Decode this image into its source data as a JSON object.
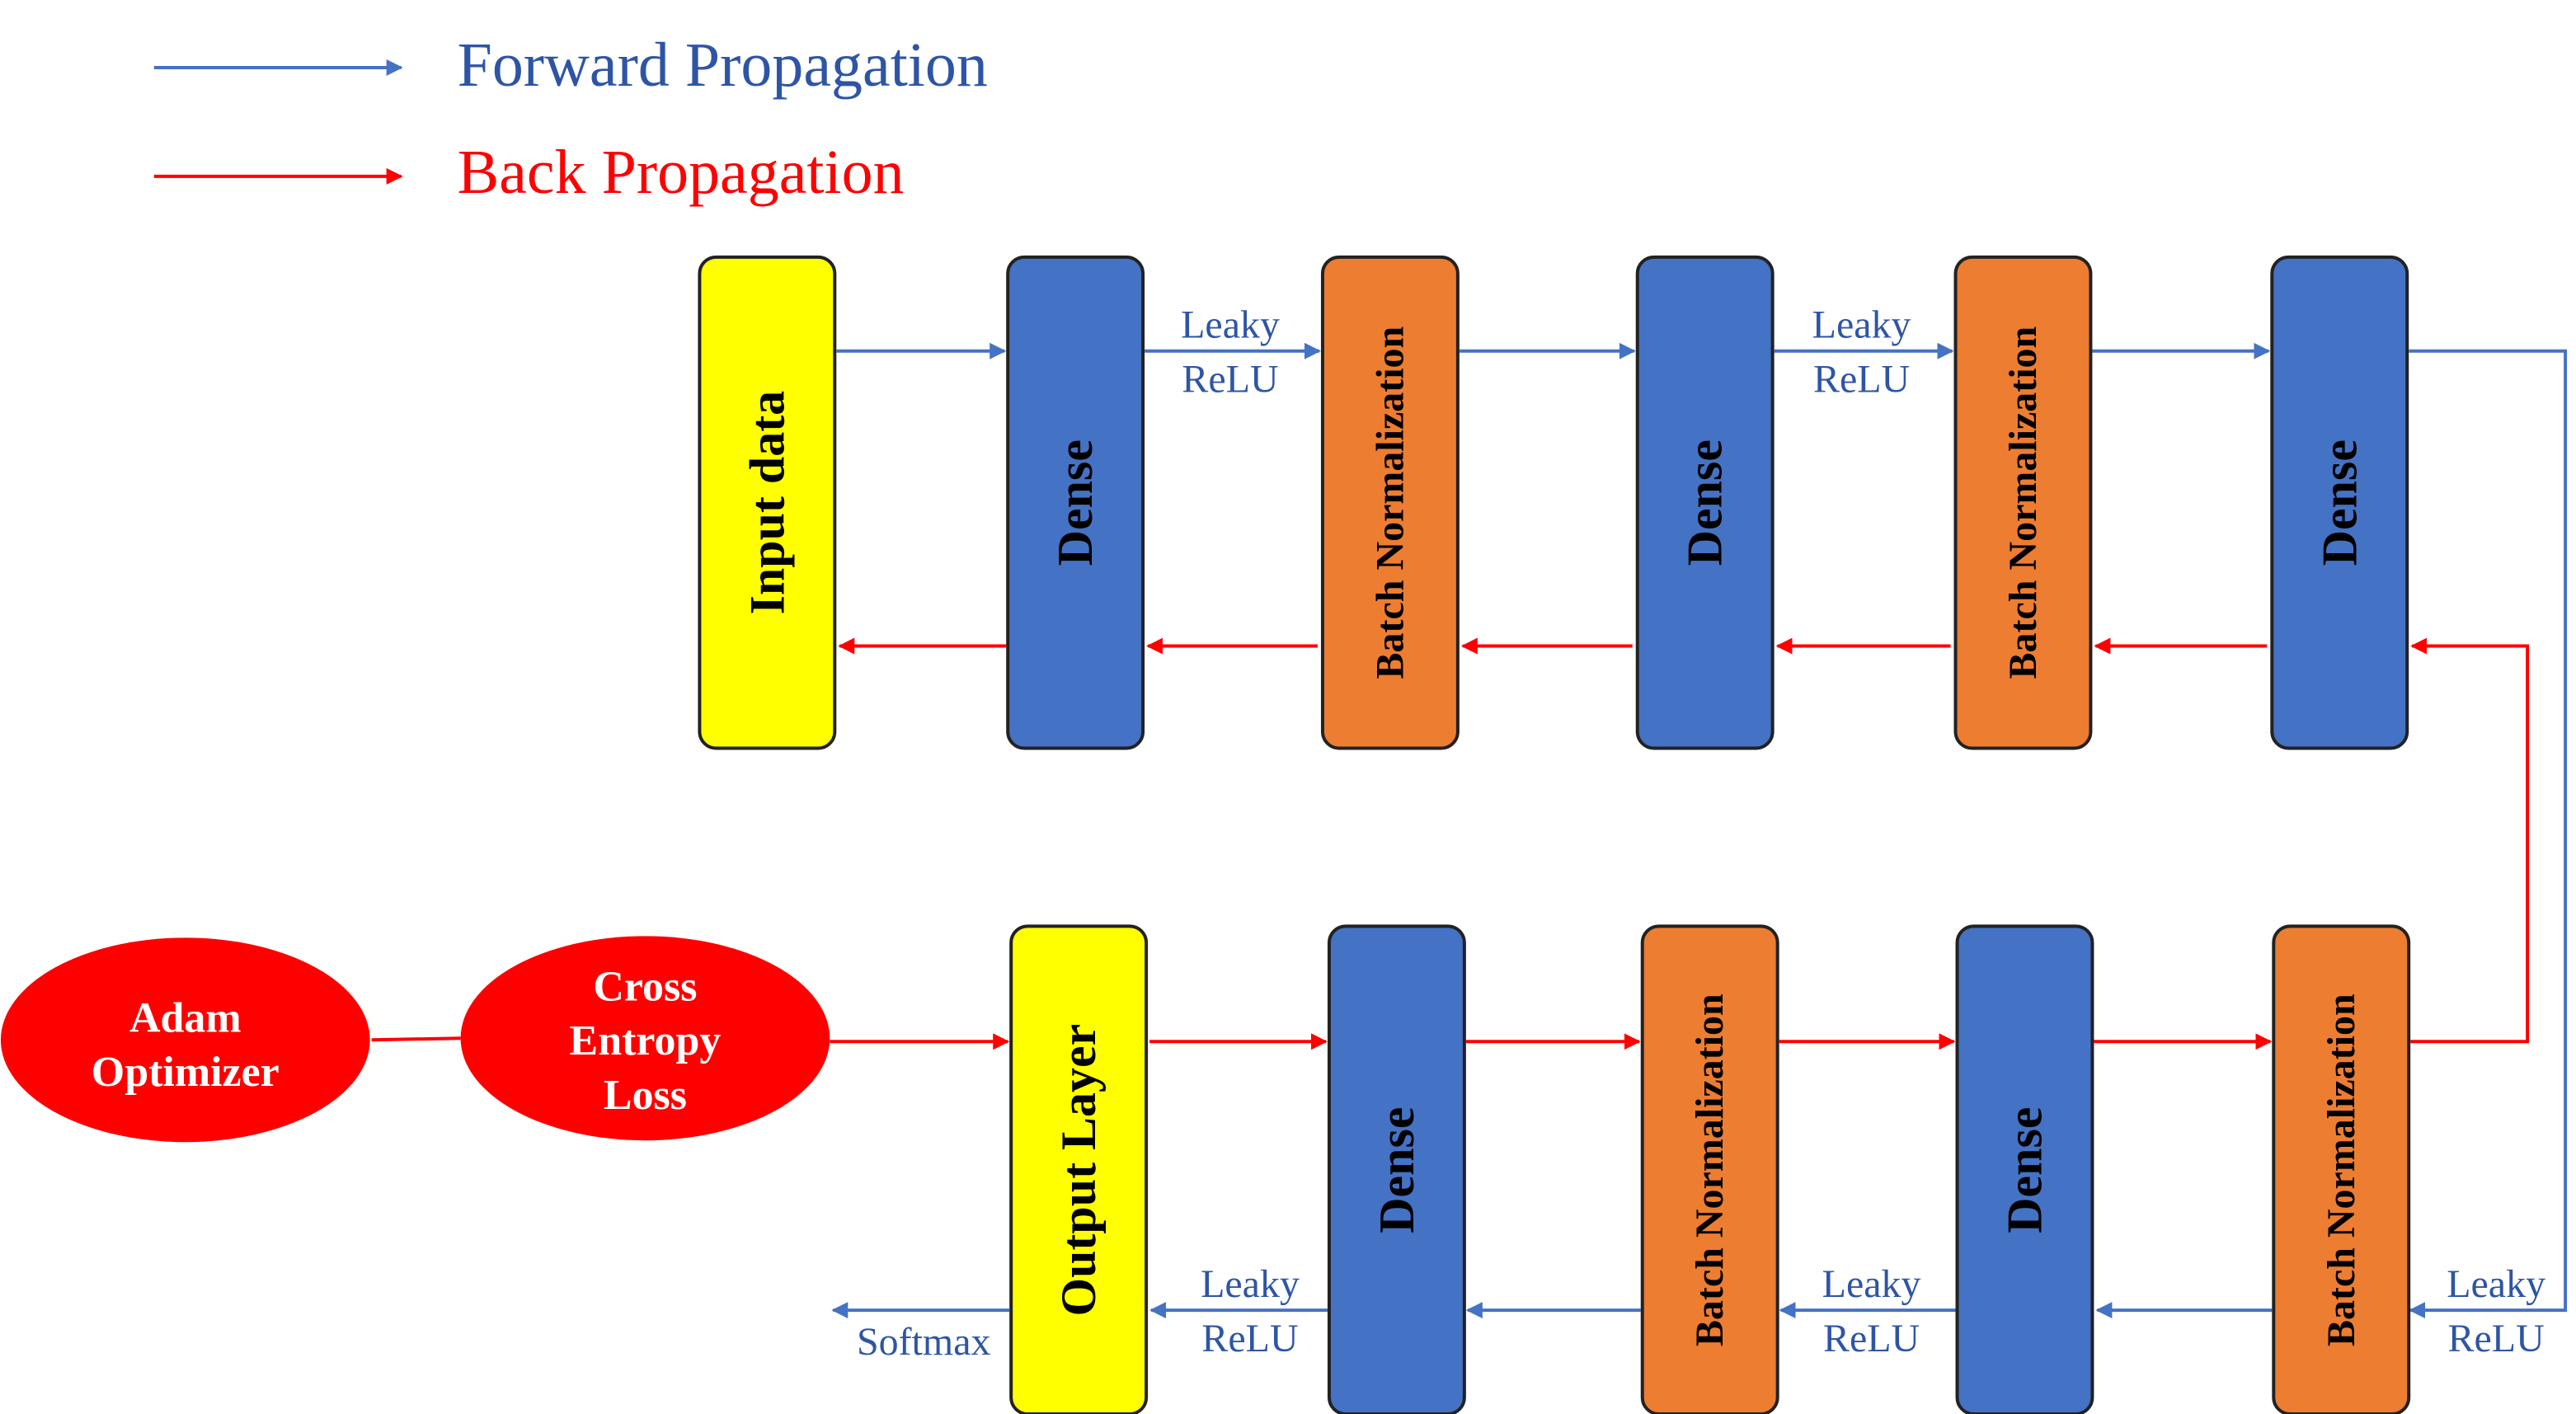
{
  "legend": {
    "forward_label": "Forward Propagation",
    "back_label": "Back Propagation"
  },
  "top_row": {
    "input": "Input data",
    "dense_1": "Dense",
    "bn_1": "Batch Normalization",
    "dense_2": "Dense",
    "bn_2": "Batch Normalization",
    "dense_3": "Dense",
    "act_1": [
      "Leaky",
      "ReLU"
    ],
    "act_2": [
      "Leaky",
      "ReLU"
    ]
  },
  "bottom_row": {
    "output": "Output Layer",
    "dense_1": "Dense",
    "bn_1": "Batch Normalization",
    "dense_2": "Dense",
    "bn_2": "Batch Normalization",
    "act_1": [
      "Leaky",
      "ReLU"
    ],
    "act_2": [
      "Leaky",
      "ReLU"
    ],
    "act_3": [
      "Leaky",
      "ReLU"
    ],
    "softmax": "Softmax"
  },
  "optimizer": {
    "adam": [
      "Adam",
      "Optimizer"
    ],
    "loss": [
      "Cross",
      "Entropy",
      "Loss"
    ]
  },
  "colors": {
    "forward": "#4472C4",
    "back": "#FF0000",
    "dense": "#4472C4",
    "batchnorm": "#ED7D31",
    "io": "#FFFF00",
    "ellipse": "#FF0000"
  }
}
